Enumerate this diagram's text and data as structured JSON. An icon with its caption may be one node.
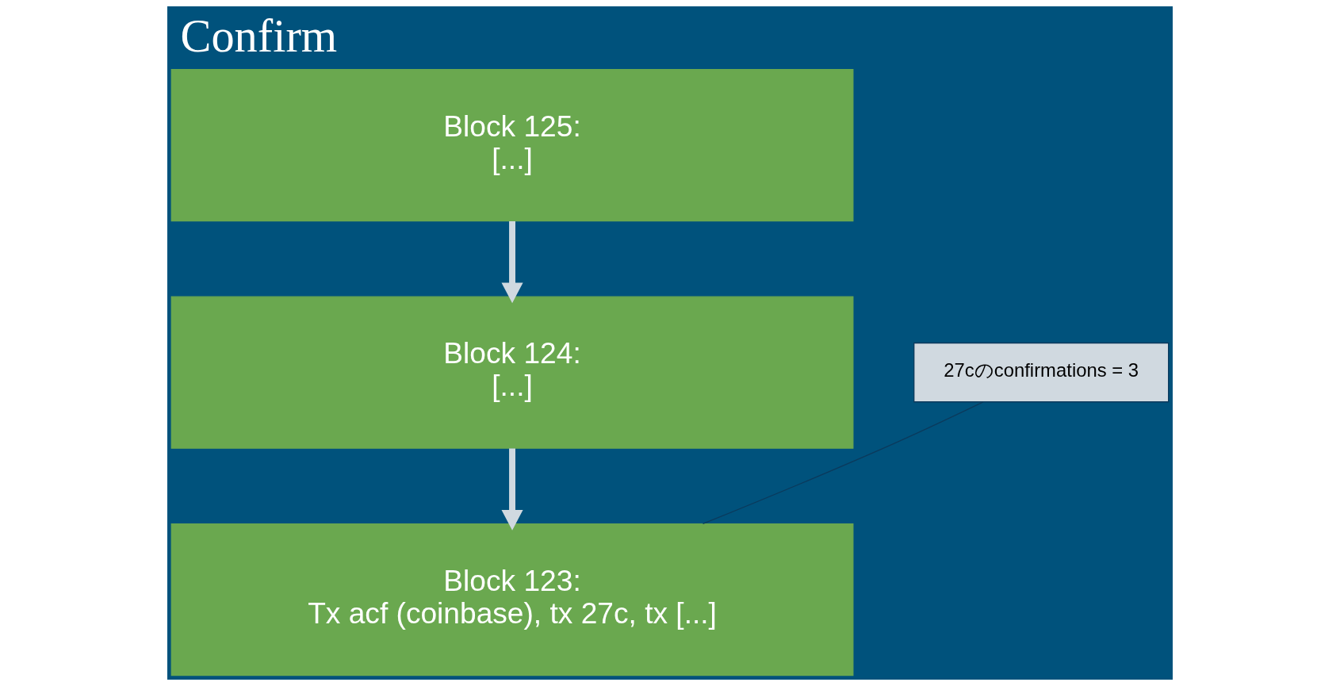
{
  "diagram": {
    "title": "Confirm",
    "nodes": [
      {
        "text": [
          "Block 125:",
          "[...]"
        ]
      },
      {
        "text": [
          "Block 124:",
          "[...]"
        ]
      },
      {
        "text": [
          "Block 123:",
          "Tx acf (coinbase), tx 27c, tx [...]"
        ]
      },
      {
        "text": [
          "27cのconfirmations = 3"
        ]
      }
    ],
    "edges": [
      {
        "from": 0,
        "to": 1,
        "arrow": "to"
      },
      {
        "from": 1,
        "to": 2,
        "arrow": "to"
      },
      {
        "from": 3,
        "to": 2,
        "arrow": "none",
        "color": "#0b3a5c"
      }
    ]
  }
}
